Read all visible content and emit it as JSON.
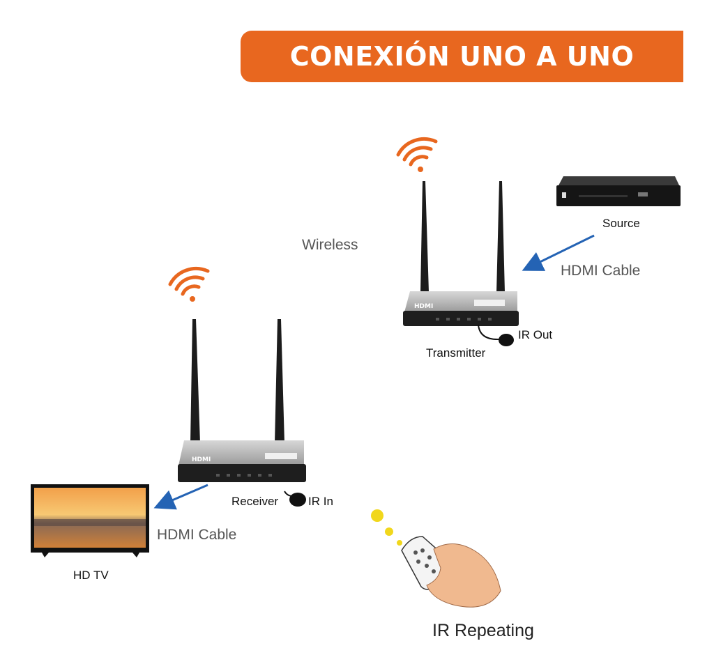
{
  "banner": {
    "title": "CONEXIÓN UNO A UNO",
    "color": "#e8671f"
  },
  "labels": {
    "wireless": "Wireless",
    "source": "Source",
    "hdmi_cable_tx": "HDMI Cable",
    "ir_out": "IR Out",
    "transmitter": "Transmitter",
    "receiver": "Receiver",
    "ir_in": "IR In",
    "hdmi_cable_rx": "HDMI Cable",
    "hd_tv": "HD TV",
    "ir_repeating": "IR Repeating"
  },
  "colors": {
    "arrow": "#2463b4",
    "wifi": "#e8671f",
    "ir_dots": "#f1d71c"
  },
  "icons": [
    "wifi-signal-icon",
    "hdmi-over-ethernet-device",
    "dvd-player-icon",
    "tv-icon",
    "remote-control-icon",
    "ir-sensor-icon"
  ]
}
